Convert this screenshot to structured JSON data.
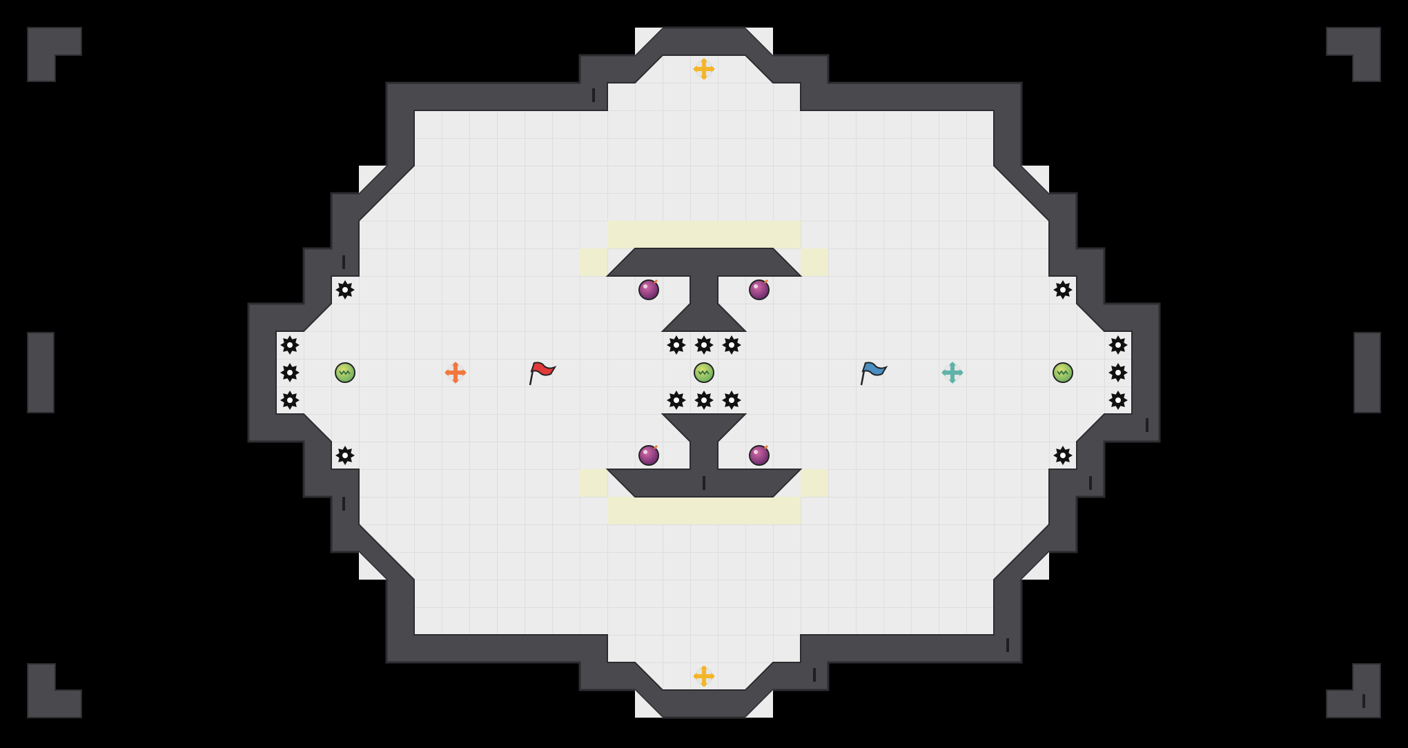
{
  "game": {
    "type": "capture-the-flag arena map (top-down)",
    "colors": {
      "background": "#000000",
      "wall": "#4a4a4e",
      "wall_edge": "#2c2c30",
      "floor": "#ececec",
      "floor_grid": "#d9d9db",
      "boost_pad": "#efefcf",
      "team_red": "#e23a3a",
      "team_blue": "#4a8ec2",
      "spawn_red": "#f07840",
      "spawn_blue": "#5fb3a8",
      "spawn_neutral": "#f3b62b",
      "powerup_green": "#9cc85a",
      "bomb_purple": "#8a3a7a"
    },
    "legend_items": [
      "red-flag",
      "blue-flag",
      "spike",
      "bomb",
      "powerup",
      "spawn-marker",
      "boost-pad"
    ]
  }
}
